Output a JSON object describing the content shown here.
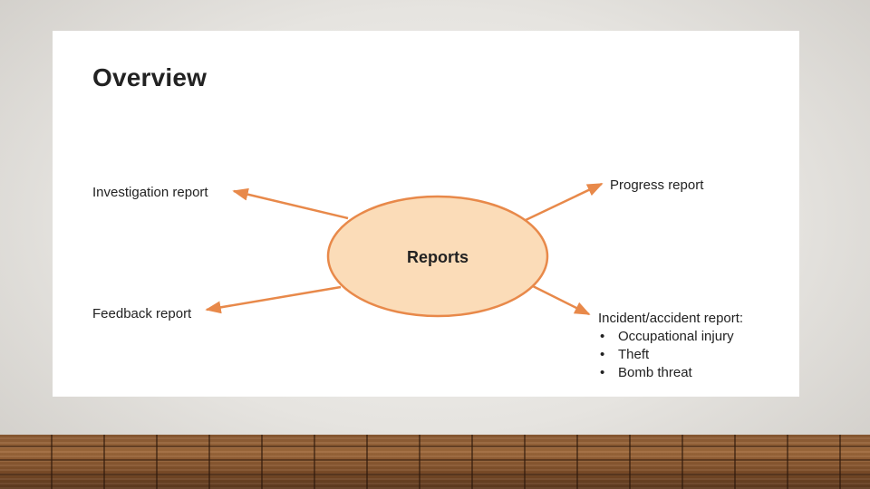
{
  "slide": {
    "title": "Overview"
  },
  "diagram": {
    "center_label": "Reports",
    "colors": {
      "ellipse_fill": "#fbdcb8",
      "accent": "#e8894a"
    },
    "branches": {
      "investigation": "Investigation report",
      "progress": "Progress report",
      "feedback": "Feedback report",
      "incident": {
        "heading": "Incident/accident report:",
        "items": [
          "Occupational injury",
          "Theft",
          "Bomb threat"
        ]
      }
    }
  }
}
